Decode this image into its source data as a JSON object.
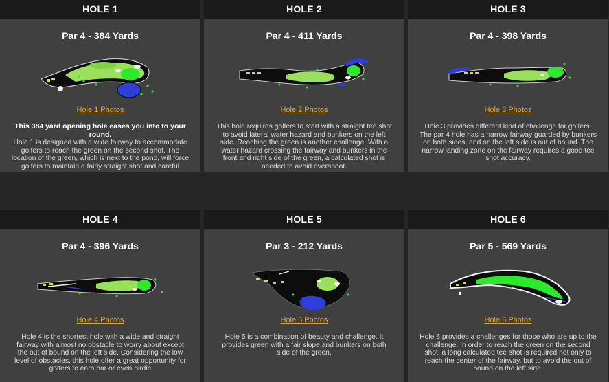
{
  "holes": [
    {
      "title": "HOLE 1",
      "par": "Par 4 - 384 Yards",
      "link": "Hole 1 Photos",
      "lead": "This 384 yard opening hole eases you into to your round.",
      "desc": "Hole 1 is designed with a wide fairway to accommodate golfers to reach the green on the second shot. The location of the green, which is next to the pond, will force golfers to maintain a fairly straight shot and careful approach."
    },
    {
      "title": "HOLE 2",
      "par": "Par 4 - 411 Yards",
      "link": "Hole 2 Photos",
      "desc": "This hole requires golfers to start with a straight tee shot to avoid lateral water hazard and bunkers on the left side. Reaching the green is another challenge. With a water hazard crossing the fairway and bunkers in the front and right side of the green, a calculated shot is needed to avoid overshoot."
    },
    {
      "title": "HOLE 3",
      "par": "Par 4 - 398 Yards",
      "link": "Hole 3 Photos",
      "desc": "Hole 3 provides different kind of challenge for golfers. The par 4 hole has a narrow fairway guarded by bunkers on both sides, and on the left side is out of bound. The narrow landing zone on the fairway requires a good tee shot accuracy."
    },
    {
      "title": "HOLE 4",
      "par": "Par 4 - 396 Yards",
      "link": "Hole 4 Photos",
      "desc": "Hole 4 is the shortest hole with a wide and straight fairway with almost no obstacle to worry about except the out of bound on the left side. Considering the low level of obstacles, this hole offer a great opportunity for golfers to earn par or even birdie"
    },
    {
      "title": "HOLE 5",
      "par": "Par 3 - 212 Yards",
      "link": "Hole 5 Photos",
      "desc": "Hole 5 is a combination of beauty and challenge. It provides green with a fair slope and bunkers on both side of the green."
    },
    {
      "title": "HOLE 6",
      "par": "Par 5 - 569 Yards",
      "link": "Hole 6 Photos",
      "desc": "Hole 6 provides a challenges for those who are up to the challenge. In order to reach the green on the second shot, a long calculated tee shot is required not only to reach the center of the fairway, but to avoid the out of bound on the left side."
    }
  ],
  "colors": {
    "header_bg": "#1a1a1a",
    "card_bg": "#404040",
    "link": "#e3a624",
    "fairway": "#9be05a",
    "green": "#2ee82e",
    "water": "#2f3ed8",
    "bunker": "#f2f2f2"
  }
}
